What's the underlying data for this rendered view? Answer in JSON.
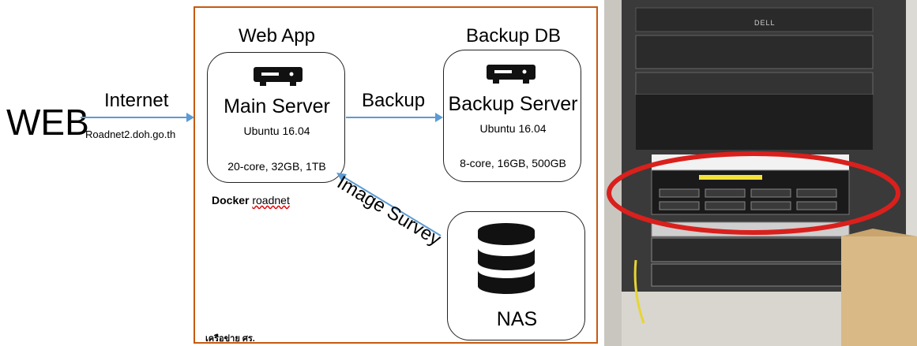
{
  "left": {
    "web_label": "WEB",
    "internet_label": "Internet",
    "domain_label": "Roadnet2.doh.go.th"
  },
  "diagram": {
    "frame_color": "#c55a11",
    "arrow_color": "#5b9bd5",
    "web_app": {
      "heading": "Web App",
      "icon": "server-icon",
      "title": "Main Server",
      "os": "Ubuntu 16.04",
      "specs": "20-core, 32GB, 1TB"
    },
    "backup_db": {
      "heading": "Backup DB",
      "icon": "server-icon",
      "title": "Backup Server",
      "os": "Ubuntu 16.04",
      "specs": "8-core, 16GB, 500GB"
    },
    "backup_arrow_label": "Backup",
    "image_survey_label": "Image Survey",
    "docker_prefix": "Docker",
    "docker_name": "roadnet",
    "nas": {
      "icon": "database-icon",
      "title": "NAS"
    },
    "footer_note": "เครือข่าย ศร."
  },
  "photo": {
    "brand_label": "DELL",
    "highlight_color": "#d9201c"
  }
}
